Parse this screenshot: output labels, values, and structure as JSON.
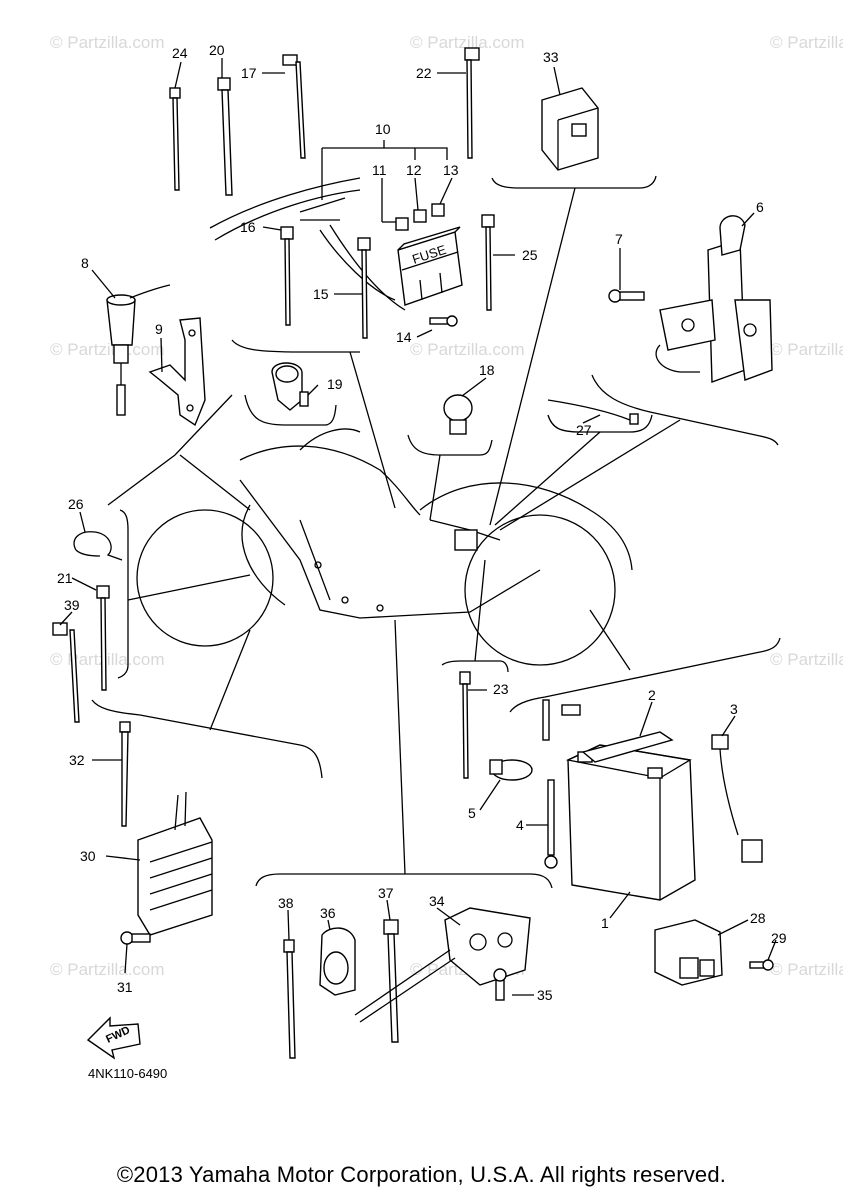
{
  "figure_code": "4NK110-6490",
  "copyright": "©2013 Yamaha Motor Corporation, U.S.A. All rights reserved.",
  "watermark": "© Partzilla.com",
  "fwd_label": "FWD",
  "fuse_label": "FUSE",
  "callouts": [
    "1",
    "2",
    "3",
    "4",
    "5",
    "6",
    "7",
    "8",
    "9",
    "10",
    "11",
    "12",
    "13",
    "14",
    "15",
    "16",
    "17",
    "18",
    "19",
    "20",
    "21",
    "22",
    "23",
    "24",
    "25",
    "26",
    "27",
    "28",
    "29",
    "30",
    "31",
    "32",
    "33",
    "34",
    "35",
    "36",
    "37",
    "38",
    "39"
  ],
  "colors": {
    "line": "#000000",
    "background": "#ffffff",
    "watermark": "#d8d8d8"
  }
}
